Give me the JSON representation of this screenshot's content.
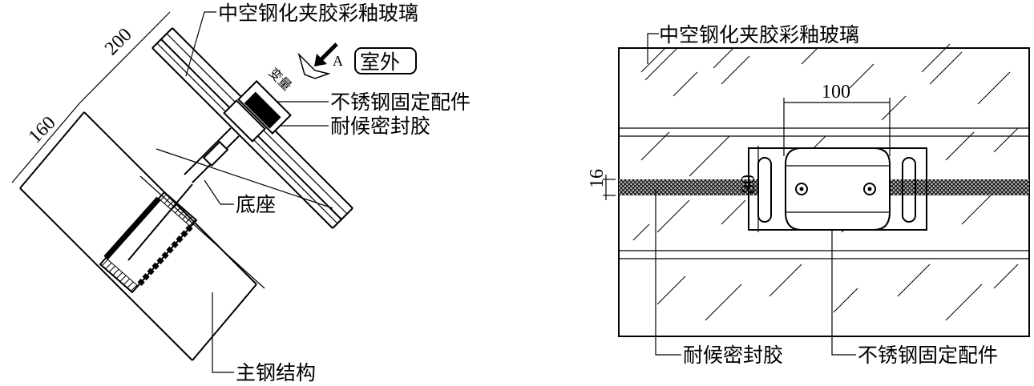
{
  "left_section": {
    "labels": {
      "glass": "中空钢化夹胶彩釉玻璃",
      "fixing": "不锈钢固定配件",
      "sealant": "耐候密封胶",
      "base": "底座",
      "steel": "主钢结构",
      "outdoor": "室外",
      "variable": "变量",
      "view_mark": "A"
    },
    "dimensions": {
      "d200": "200",
      "d160": "160"
    }
  },
  "right_elevation": {
    "labels": {
      "glass": "中空钢化夹胶彩釉玻璃",
      "sealant": "耐候密封胶",
      "fixing": "不锈钢固定配件"
    },
    "dimensions": {
      "d100": "100",
      "d80": "80",
      "d16": "16"
    }
  }
}
